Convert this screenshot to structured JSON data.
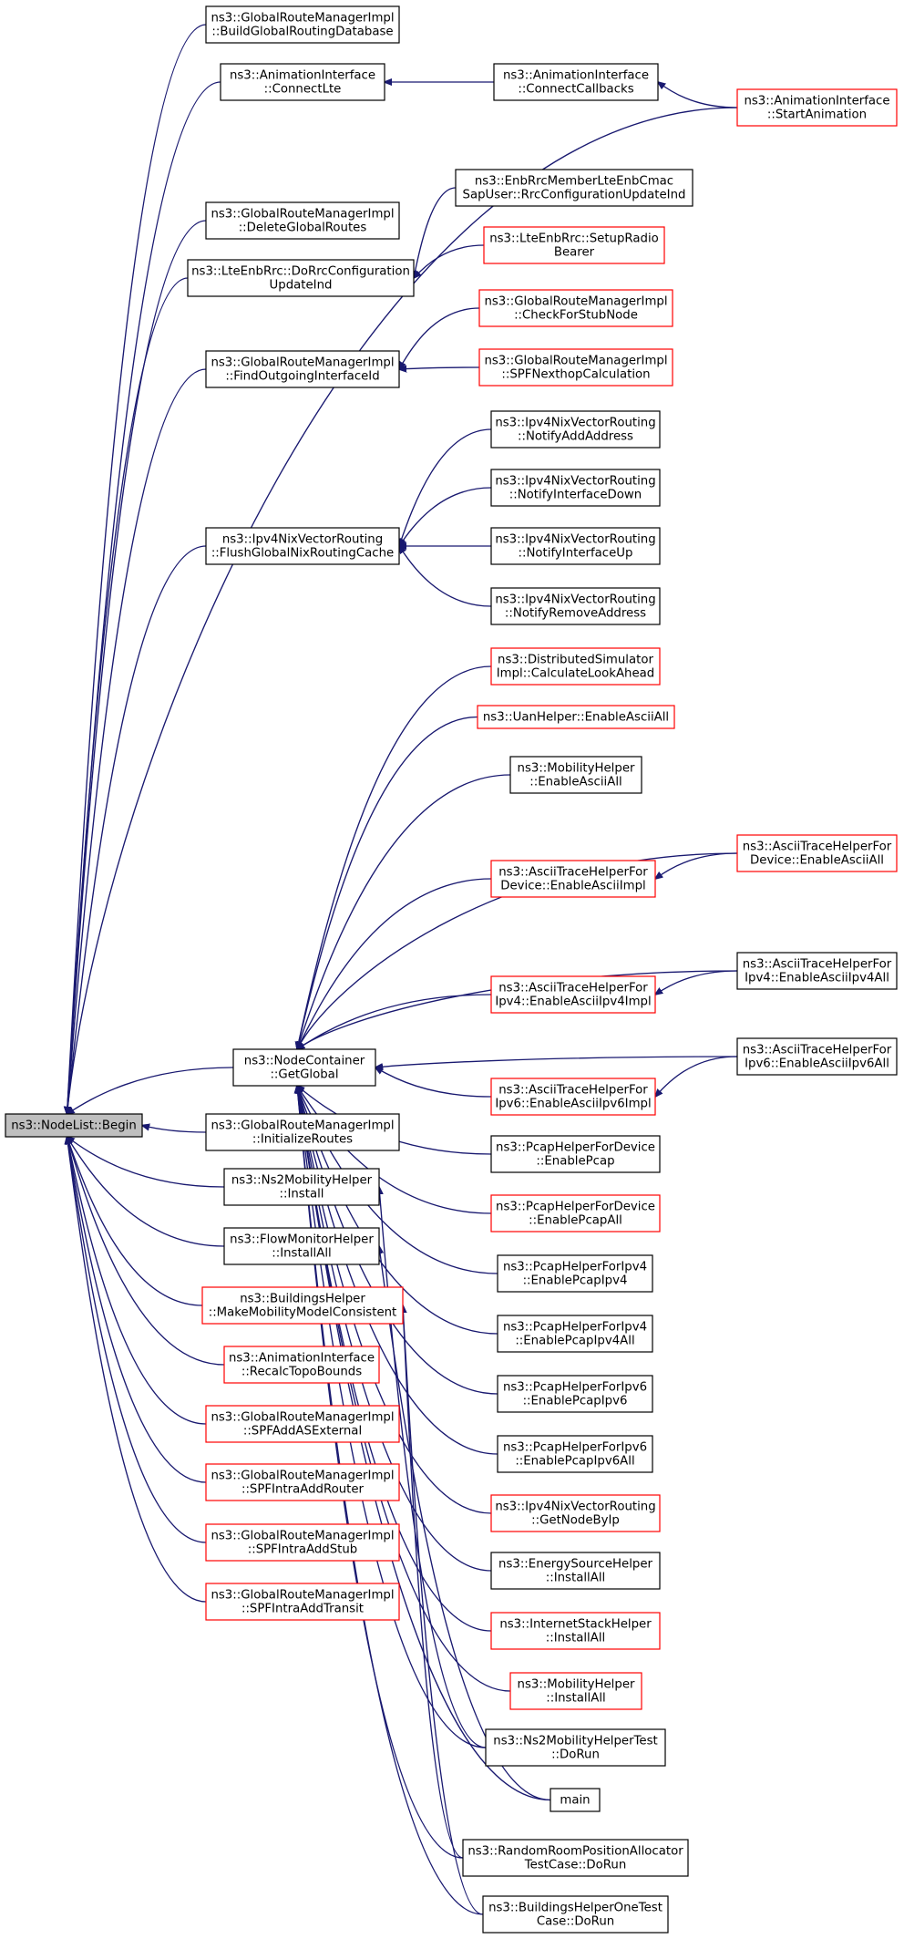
{
  "graph": {
    "title": "ns3::NodeList::Begin call graph",
    "colors": {
      "edge": "#191970",
      "root_fill": "#bfbfbf",
      "node_border_default": "#000000",
      "node_border_truncated": "#ff0000",
      "text": "#000000"
    },
    "nodes": [
      {
        "id": "n0",
        "lines": [
          "ns3::NodeList::Begin"
        ],
        "red": false,
        "root": true
      },
      {
        "id": "n1",
        "lines": [
          "ns3::GlobalRouteManagerImpl",
          "::BuildGlobalRoutingDatabase"
        ],
        "red": false
      },
      {
        "id": "n2",
        "lines": [
          "ns3::AnimationInterface",
          "::ConnectLte"
        ],
        "red": false
      },
      {
        "id": "n3",
        "lines": [
          "ns3::AnimationInterface",
          "::ConnectCallbacks"
        ],
        "red": false
      },
      {
        "id": "n4",
        "lines": [
          "ns3::AnimationInterface",
          "::StartAnimation"
        ],
        "red": true
      },
      {
        "id": "n5",
        "lines": [
          "ns3::GlobalRouteManagerImpl",
          "::DeleteGlobalRoutes"
        ],
        "red": false
      },
      {
        "id": "n6",
        "lines": [
          "ns3::EnbRrcMemberLteEnbCmac",
          "SapUser::RrcConfigurationUpdateInd"
        ],
        "red": false
      },
      {
        "id": "n7",
        "lines": [
          "ns3::LteEnbRrc::DoRrcConfiguration",
          "UpdateInd"
        ],
        "red": false
      },
      {
        "id": "n8",
        "lines": [
          "ns3::LteEnbRrc::SetupRadio",
          "Bearer"
        ],
        "red": true
      },
      {
        "id": "n9",
        "lines": [
          "ns3::GlobalRouteManagerImpl",
          "::CheckForStubNode"
        ],
        "red": true
      },
      {
        "id": "n10",
        "lines": [
          "ns3::GlobalRouteManagerImpl",
          "::FindOutgoingInterfaceId"
        ],
        "red": false
      },
      {
        "id": "n11",
        "lines": [
          "ns3::GlobalRouteManagerImpl",
          "::SPFNexthopCalculation"
        ],
        "red": true
      },
      {
        "id": "n12",
        "lines": [
          "ns3::Ipv4NixVectorRouting",
          "::NotifyAddAddress"
        ],
        "red": false
      },
      {
        "id": "n13",
        "lines": [
          "ns3::Ipv4NixVectorRouting",
          "::NotifyInterfaceDown"
        ],
        "red": false
      },
      {
        "id": "n14",
        "lines": [
          "ns3::Ipv4NixVectorRouting",
          "::FlushGlobalNixRoutingCache"
        ],
        "red": false
      },
      {
        "id": "n15",
        "lines": [
          "ns3::Ipv4NixVectorRouting",
          "::NotifyInterfaceUp"
        ],
        "red": false
      },
      {
        "id": "n16",
        "lines": [
          "ns3::Ipv4NixVectorRouting",
          "::NotifyRemoveAddress"
        ],
        "red": false
      },
      {
        "id": "n17",
        "lines": [
          "ns3::DistributedSimulator",
          "Impl::CalculateLookAhead"
        ],
        "red": true
      },
      {
        "id": "n18",
        "lines": [
          "ns3::UanHelper::EnableAsciiAll"
        ],
        "red": true
      },
      {
        "id": "n19",
        "lines": [
          "ns3::MobilityHelper",
          "::EnableAsciiAll"
        ],
        "red": false
      },
      {
        "id": "n20",
        "lines": [
          "ns3::AsciiTraceHelperFor",
          "Device::EnableAsciiAll"
        ],
        "red": true
      },
      {
        "id": "n21",
        "lines": [
          "ns3::AsciiTraceHelperFor",
          "Device::EnableAsciiImpl"
        ],
        "red": true
      },
      {
        "id": "n22",
        "lines": [
          "ns3::AsciiTraceHelperFor",
          "Ipv4::EnableAsciiIpv4All"
        ],
        "red": false
      },
      {
        "id": "n23",
        "lines": [
          "ns3::AsciiTraceHelperFor",
          "Ipv4::EnableAsciiIpv4Impl"
        ],
        "red": true
      },
      {
        "id": "n24",
        "lines": [
          "ns3::AsciiTraceHelperFor",
          "Ipv6::EnableAsciiIpv6All"
        ],
        "red": false
      },
      {
        "id": "n25",
        "lines": [
          "ns3::NodeContainer",
          "::GetGlobal"
        ],
        "red": false
      },
      {
        "id": "n26",
        "lines": [
          "ns3::AsciiTraceHelperFor",
          "Ipv6::EnableAsciiIpv6Impl"
        ],
        "red": true
      },
      {
        "id": "n27",
        "lines": [
          "ns3::GlobalRouteManagerImpl",
          "::InitializeRoutes"
        ],
        "red": false
      },
      {
        "id": "n28",
        "lines": [
          "ns3::PcapHelperForDevice",
          "::EnablePcap"
        ],
        "red": false
      },
      {
        "id": "n29",
        "lines": [
          "ns3::Ns2MobilityHelper",
          "::Install"
        ],
        "red": false
      },
      {
        "id": "n30",
        "lines": [
          "ns3::PcapHelperForDevice",
          "::EnablePcapAll"
        ],
        "red": true
      },
      {
        "id": "n31",
        "lines": [
          "ns3::FlowMonitorHelper",
          "::InstallAll"
        ],
        "red": false
      },
      {
        "id": "n32",
        "lines": [
          "ns3::PcapHelperForIpv4",
          "::EnablePcapIpv4"
        ],
        "red": false
      },
      {
        "id": "n33",
        "lines": [
          "ns3::BuildingsHelper",
          "::MakeMobilityModelConsistent"
        ],
        "red": true
      },
      {
        "id": "n34",
        "lines": [
          "ns3::PcapHelperForIpv4",
          "::EnablePcapIpv4All"
        ],
        "red": false
      },
      {
        "id": "n35",
        "lines": [
          "ns3::AnimationInterface",
          "::RecalcTopoBounds"
        ],
        "red": true
      },
      {
        "id": "n36",
        "lines": [
          "ns3::PcapHelperForIpv6",
          "::EnablePcapIpv6"
        ],
        "red": false
      },
      {
        "id": "n37",
        "lines": [
          "ns3::GlobalRouteManagerImpl",
          "::SPFAddASExternal"
        ],
        "red": true
      },
      {
        "id": "n38",
        "lines": [
          "ns3::PcapHelperForIpv6",
          "::EnablePcapIpv6All"
        ],
        "red": false
      },
      {
        "id": "n39",
        "lines": [
          "ns3::GlobalRouteManagerImpl",
          "::SPFIntraAddRouter"
        ],
        "red": true
      },
      {
        "id": "n40",
        "lines": [
          "ns3::Ipv4NixVectorRouting",
          "::GetNodeByIp"
        ],
        "red": true
      },
      {
        "id": "n41",
        "lines": [
          "ns3::GlobalRouteManagerImpl",
          "::SPFIntraAddStub"
        ],
        "red": true
      },
      {
        "id": "n42",
        "lines": [
          "ns3::EnergySourceHelper",
          "::InstallAll"
        ],
        "red": false
      },
      {
        "id": "n43",
        "lines": [
          "ns3::GlobalRouteManagerImpl",
          "::SPFIntraAddTransit"
        ],
        "red": true
      },
      {
        "id": "n44",
        "lines": [
          "ns3::InternetStackHelper",
          "::InstallAll"
        ],
        "red": true
      },
      {
        "id": "n45",
        "lines": [
          "ns3::MobilityHelper",
          "::InstallAll"
        ],
        "red": true
      },
      {
        "id": "n46",
        "lines": [
          "ns3::Ns2MobilityHelperTest",
          "::DoRun"
        ],
        "red": false
      },
      {
        "id": "n47",
        "lines": [
          "main"
        ],
        "red": false
      },
      {
        "id": "n48",
        "lines": [
          "ns3::RandomRoomPositionAllocator",
          "TestCase::DoRun"
        ],
        "red": false
      },
      {
        "id": "n49",
        "lines": [
          "ns3::BuildingsHelperOneTest",
          "Case::DoRun"
        ],
        "red": false
      }
    ],
    "edges": [
      {
        "from": "n1",
        "to": "n0"
      },
      {
        "from": "n2",
        "to": "n0"
      },
      {
        "from": "n4",
        "to": "n0"
      },
      {
        "from": "n5",
        "to": "n0"
      },
      {
        "from": "n7",
        "to": "n0"
      },
      {
        "from": "n10",
        "to": "n0"
      },
      {
        "from": "n14",
        "to": "n0"
      },
      {
        "from": "n25",
        "to": "n0"
      },
      {
        "from": "n27",
        "to": "n0"
      },
      {
        "from": "n29",
        "to": "n0"
      },
      {
        "from": "n31",
        "to": "n0"
      },
      {
        "from": "n33",
        "to": "n0"
      },
      {
        "from": "n35",
        "to": "n0"
      },
      {
        "from": "n37",
        "to": "n0"
      },
      {
        "from": "n39",
        "to": "n0"
      },
      {
        "from": "n41",
        "to": "n0"
      },
      {
        "from": "n43",
        "to": "n0"
      },
      {
        "from": "n3",
        "to": "n2"
      },
      {
        "from": "n4",
        "to": "n3"
      },
      {
        "from": "n6",
        "to": "n7"
      },
      {
        "from": "n8",
        "to": "n7"
      },
      {
        "from": "n9",
        "to": "n10"
      },
      {
        "from": "n11",
        "to": "n10"
      },
      {
        "from": "n12",
        "to": "n14"
      },
      {
        "from": "n13",
        "to": "n14"
      },
      {
        "from": "n15",
        "to": "n14"
      },
      {
        "from": "n16",
        "to": "n14"
      },
      {
        "from": "n17",
        "to": "n25"
      },
      {
        "from": "n18",
        "to": "n25"
      },
      {
        "from": "n19",
        "to": "n25"
      },
      {
        "from": "n20",
        "to": "n25"
      },
      {
        "from": "n21",
        "to": "n25"
      },
      {
        "from": "n22",
        "to": "n25"
      },
      {
        "from": "n23",
        "to": "n25"
      },
      {
        "from": "n24",
        "to": "n25"
      },
      {
        "from": "n26",
        "to": "n25"
      },
      {
        "from": "n28",
        "to": "n25"
      },
      {
        "from": "n30",
        "to": "n25"
      },
      {
        "from": "n32",
        "to": "n25"
      },
      {
        "from": "n34",
        "to": "n25"
      },
      {
        "from": "n36",
        "to": "n25"
      },
      {
        "from": "n38",
        "to": "n25"
      },
      {
        "from": "n40",
        "to": "n25"
      },
      {
        "from": "n42",
        "to": "n25"
      },
      {
        "from": "n44",
        "to": "n25"
      },
      {
        "from": "n45",
        "to": "n25"
      },
      {
        "from": "n46",
        "to": "n25"
      },
      {
        "from": "n47",
        "to": "n25"
      },
      {
        "from": "n48",
        "to": "n25"
      },
      {
        "from": "n49",
        "to": "n25"
      },
      {
        "from": "n20",
        "to": "n21"
      },
      {
        "from": "n22",
        "to": "n23"
      },
      {
        "from": "n24",
        "to": "n26"
      },
      {
        "from": "n46",
        "to": "n29"
      },
      {
        "from": "n47",
        "to": "n31"
      },
      {
        "from": "n48",
        "to": "n33"
      },
      {
        "from": "n49",
        "to": "n33"
      }
    ]
  }
}
